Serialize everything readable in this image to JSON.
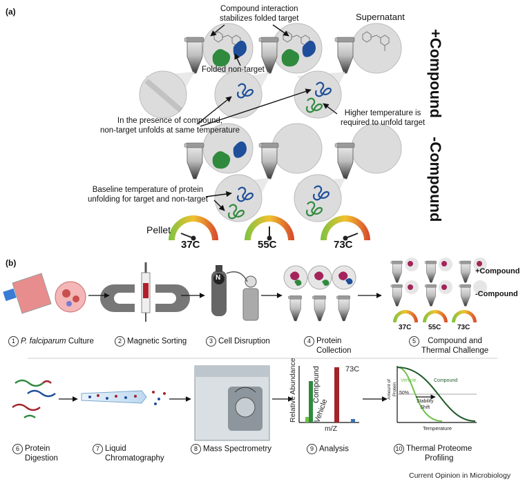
{
  "panel_a": {
    "label": "(a)",
    "ann_interaction": "Compound interaction\nstabilizes folded target",
    "ann_supernatant": "Supernatant",
    "ann_folded_nontarget": "Folded non-target",
    "ann_presence": "In the presence of compound,\nnon-target unfolds at same temperature",
    "ann_higher_temp": "Higher temperature is\nrequired to unfold target",
    "ann_baseline": "Baseline temperature of protein\nunfolding for target and non-target",
    "ann_pellet": "Pellet",
    "plus_compound": "+Compound",
    "minus_compound": "-Compound",
    "temps": [
      "37C",
      "55C",
      "73C"
    ]
  },
  "panel_b": {
    "label": "(b)",
    "plus_compound": "+Compound",
    "minus_compound": "-Compound",
    "mini_temps": [
      "37C",
      "55C",
      "73C"
    ],
    "steps": [
      {
        "num": "1",
        "italic": "P. falciparum",
        "rest": " Culture"
      },
      {
        "num": "2",
        "text": "Magnetic Sorting"
      },
      {
        "num": "3",
        "text": "Cell Disruption"
      },
      {
        "num": "4",
        "text": "Protein\nCollection"
      },
      {
        "num": "5",
        "text": "Compound and\nThermal Challenge"
      },
      {
        "num": "6",
        "text": "Protein\nDigestion"
      },
      {
        "num": "7",
        "text": "Liquid\nChromatography"
      },
      {
        "num": "8",
        "text": "Mass Spectrometry"
      },
      {
        "num": "9",
        "text": "Analysis"
      },
      {
        "num": "10",
        "text": "Thermal Proteome\nProfiling"
      }
    ],
    "analysis": {
      "y_label": "Relative Abundance",
      "x_label": "m/Z",
      "temp": "73C",
      "compound": "Compound",
      "vehicle": "Vehicle"
    },
    "tpp": {
      "y_label": "Amount of\nProtein",
      "x_label": "Temperature",
      "vehicle": "Vehicle",
      "compound": "Compound",
      "half": "50%",
      "shift": "Stability\nShift"
    },
    "n_label": "N"
  },
  "footer": "Current Opinion in Microbiology",
  "colors": {
    "target_green": "#2f8a3e",
    "nontarget_blue": "#1f4f9a",
    "compound_red": "#a3242b",
    "curve_light": "#6fbf4a",
    "curve_dark": "#1f5a2a",
    "tube_dark": "#4a4a4a",
    "circle_fill": "#dcdcdc"
  }
}
